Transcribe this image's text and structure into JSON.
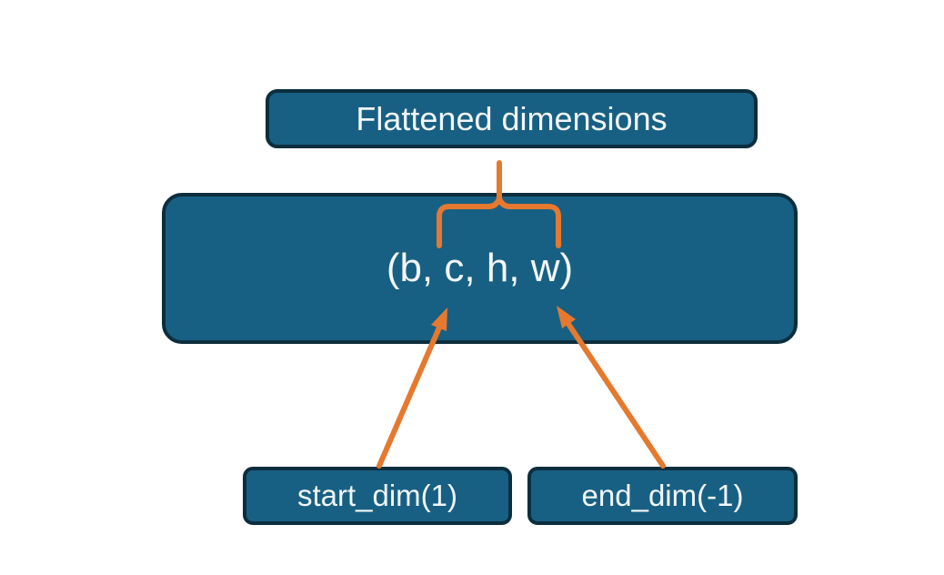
{
  "diagram": {
    "boxes": {
      "flattened": {
        "label": "Flattened dimensions"
      },
      "tensor": {
        "label": "(b, c, h, w)"
      },
      "start_dim": {
        "label": "start_dim(1)"
      },
      "end_dim": {
        "label": "end_dim(-1)"
      }
    },
    "colors": {
      "background": "#ffffff",
      "box_fill": "#186083",
      "box_border": "#0c2e3e",
      "text": "#f2f6f7",
      "connector": "#e6792f"
    }
  }
}
